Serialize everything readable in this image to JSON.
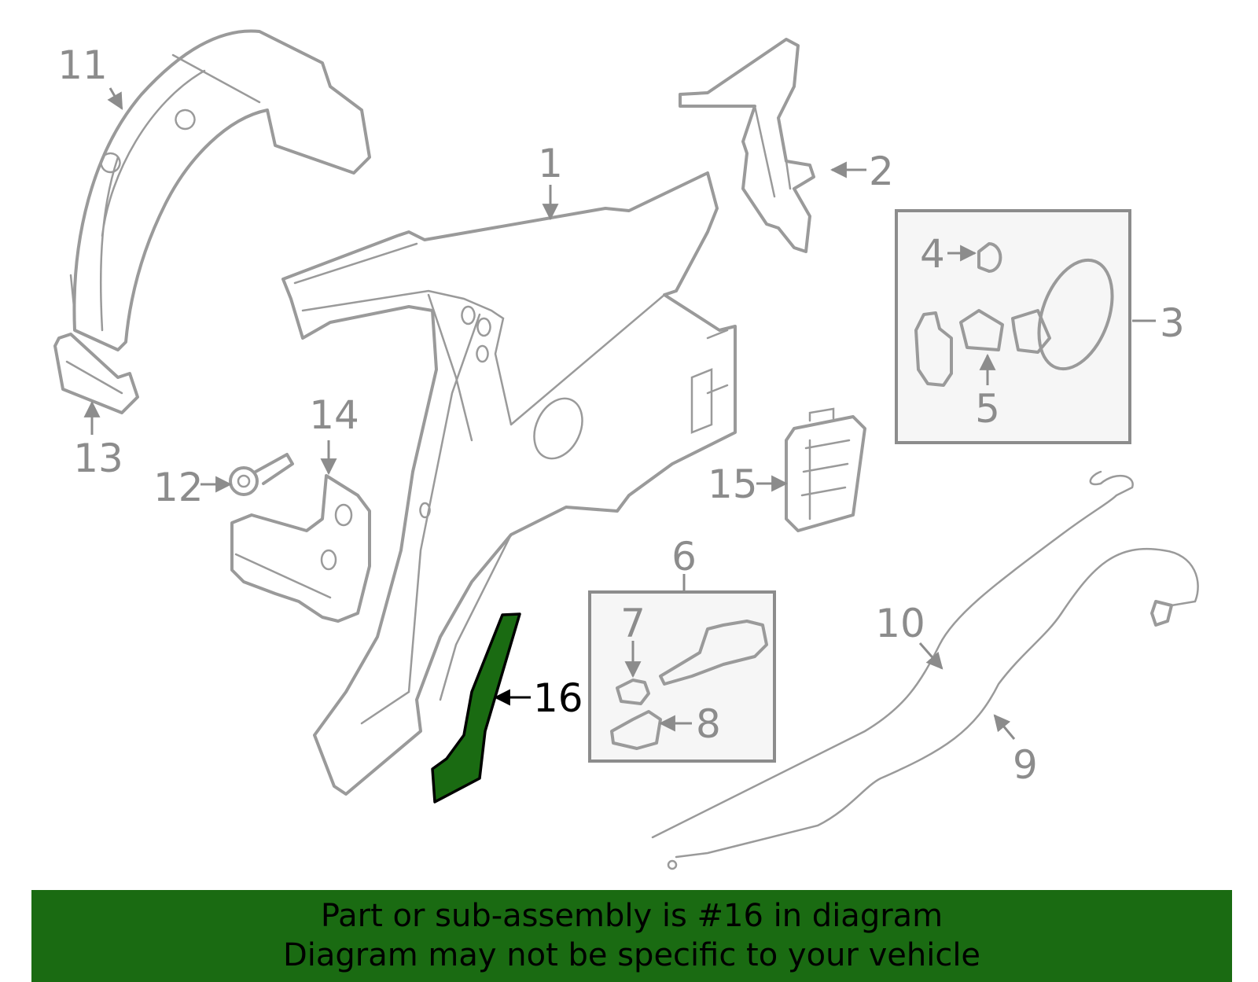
{
  "callouts": {
    "c1": "1",
    "c2": "2",
    "c3": "3",
    "c4": "4",
    "c5": "5",
    "c6": "6",
    "c7": "7",
    "c8": "8",
    "c9": "9",
    "c10": "10",
    "c11": "11",
    "c12": "12",
    "c13": "13",
    "c14": "14",
    "c15": "15",
    "c16": "16"
  },
  "highlight": {
    "part": "16",
    "color": "#1a6b12"
  },
  "banner": {
    "line1": "Part or sub-assembly is #16 in diagram",
    "line2": "Diagram may not be specific to your vehicle"
  }
}
